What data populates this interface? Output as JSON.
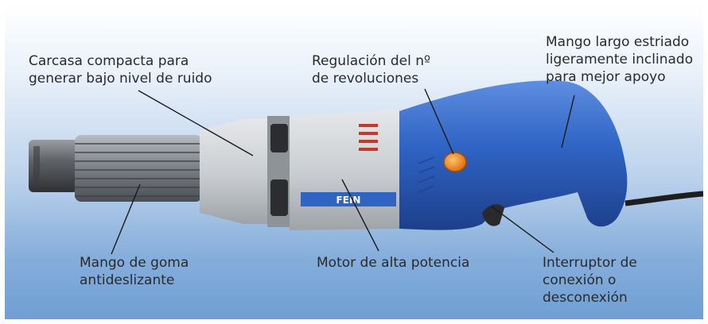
{
  "labels": {
    "carcasa": "Carcasa compacta para\ngenerar bajo nivel de ruido",
    "regulacion": "Regulación del nº\nde revoluciones",
    "mango_largo": "Mango largo estriado\nligeramente inclinado\npara mejor apoyo",
    "mango_goma": "Mango de goma\nantideslizante",
    "motor": "Motor de alta potencia",
    "interruptor": "Interruptor de\nconexión o\ndesconexión"
  },
  "tool_brand_text": "FEIN",
  "colors": {
    "body_blue": "#2f63c4",
    "housing_gray": "#cfd2d6",
    "switch_orange": "#f08a1c",
    "panel_bottom": "#6f9fd4"
  }
}
